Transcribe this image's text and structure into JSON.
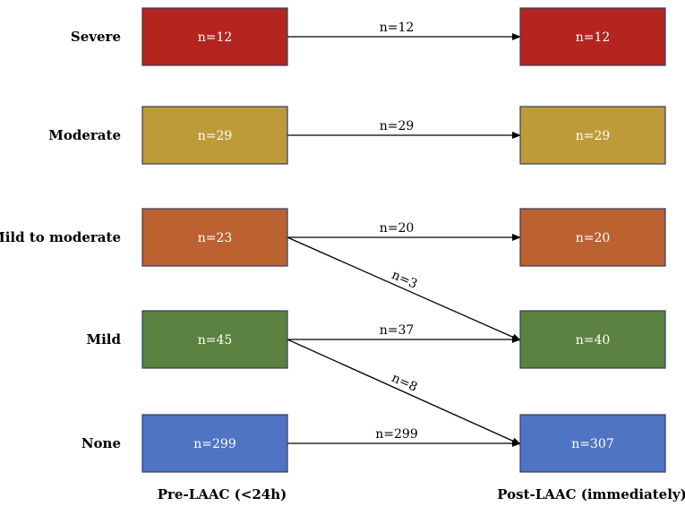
{
  "rows": [
    {
      "label": "Severe",
      "color": "#b52520"
    },
    {
      "label": "Moderate",
      "color": "#bf9a38"
    },
    {
      "label": "Mild to moderate",
      "color": "#bb6230"
    },
    {
      "label": "Mild",
      "color": "#5b8240"
    },
    {
      "label": "None",
      "color": "#4f74c4"
    }
  ],
  "pre": [
    "n=12",
    "n=29",
    "n=23",
    "n=45",
    "n=299"
  ],
  "post": [
    "n=12",
    "n=29",
    "n=20",
    "n=40",
    "n=307"
  ],
  "flows": [
    {
      "from": 0,
      "to": 0,
      "label": "n=12"
    },
    {
      "from": 1,
      "to": 1,
      "label": "n=29"
    },
    {
      "from": 2,
      "to": 2,
      "label": "n=20"
    },
    {
      "from": 2,
      "to": 3,
      "label": "n=3"
    },
    {
      "from": 3,
      "to": 3,
      "label": "n=37"
    },
    {
      "from": 3,
      "to": 4,
      "label": "n=8"
    },
    {
      "from": 4,
      "to": 4,
      "label": "n=299"
    }
  ],
  "axis": {
    "pre_label": "Pre-LAAC (<24h)",
    "post_label": "Post-LAAC (immediately)"
  }
}
